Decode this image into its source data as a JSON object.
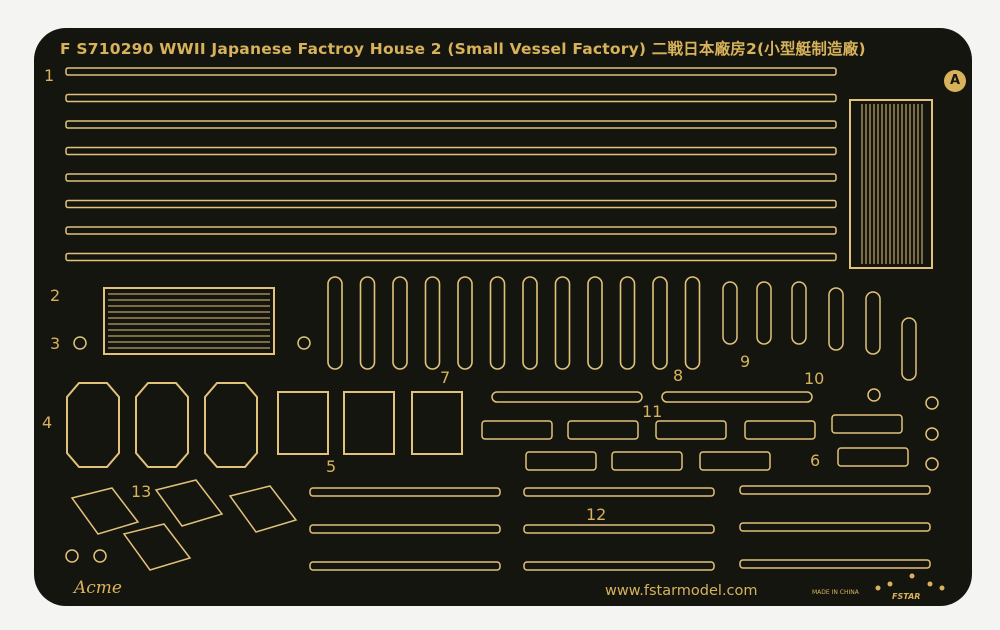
{
  "sheet": {
    "title": "F S710290 WWII Japanese Factroy House 2 (Small Vessel Factory) 二戦日本廠房2(小型艇制造廠)",
    "brand_mark": "A",
    "website": "www.fstarmodel.com",
    "made_in": "MADE IN CHINA",
    "logo_text": "FSTAR",
    "signature": "Acme",
    "part_numbers": [
      "1",
      "2",
      "3",
      "4",
      "5",
      "6",
      "7",
      "8",
      "9",
      "10",
      "11",
      "12",
      "13"
    ]
  },
  "colors": {
    "fret_background": "#151510",
    "brass": "#d8b25a",
    "page_background": "#f4f4f2"
  }
}
